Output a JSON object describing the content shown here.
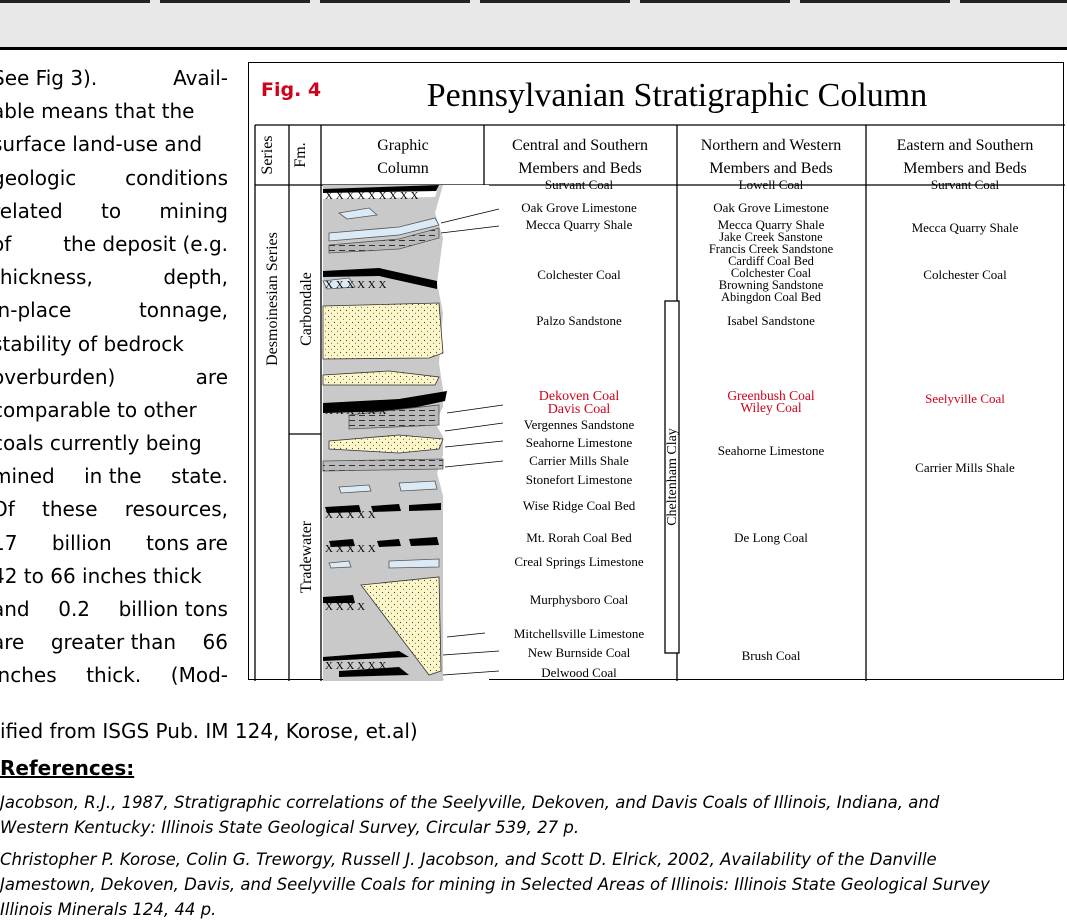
{
  "left_text": {
    "lines": [
      {
        "parts": [
          "See Fig 3).",
          "Avail-"
        ]
      },
      {
        "parts": [
          "able means that the"
        ]
      },
      {
        "parts": [
          "surface land-use and"
        ]
      },
      {
        "parts": [
          "geologic",
          "conditions"
        ]
      },
      {
        "parts": [
          "related",
          "to",
          "mining"
        ]
      },
      {
        "parts": [
          "of",
          "the deposit (e.g."
        ]
      },
      {
        "parts": [
          "thickness,",
          "depth,"
        ]
      },
      {
        "parts": [
          "in-place",
          "tonnage,"
        ]
      },
      {
        "parts": [
          "stability of bedrock"
        ]
      },
      {
        "parts": [
          "overburden)",
          "are"
        ]
      },
      {
        "parts": [
          "comparable to other"
        ]
      },
      {
        "parts": [
          "coals currently being"
        ]
      },
      {
        "parts": [
          "mined",
          "in the",
          "state."
        ]
      },
      {
        "parts": [
          "Of",
          "these",
          "resources,"
        ]
      },
      {
        "parts": [
          "17",
          "billion",
          "tons are"
        ]
      },
      {
        "parts": [
          "42 to 66 inches thick"
        ]
      },
      {
        "parts": [
          "and",
          "0.2",
          "billion tons"
        ]
      },
      {
        "parts": [
          "are",
          "greater than",
          "66"
        ]
      },
      {
        "parts": [
          "inches",
          "thick.",
          "(Mod-"
        ]
      }
    ],
    "tail": "ified from ISGS Pub. IM 124, Korose, et.al)"
  },
  "references": {
    "heading": "References:",
    "lines": [
      "Jacobson, R.J., 1987, Stratigraphic correlations of the Seelyville, Dekoven, and Davis Coals of Illinois, Indiana, and",
      "Western Kentucky: Illinois State Geological Survey, Circular 539, 27 p.",
      "Christopher P. Korose, Colin G. Treworgy, Russell J. Jacobson, and Scott D. Elrick, 2002, Availability of the Danville",
      "Jamestown, Dekoven, Davis, and Seelyville Coals for mining in Selected Areas of Illinois: Illinois State Geological Survey",
      "Illinois Minerals 124, 44 p."
    ]
  },
  "figure": {
    "label": "Fig. 4",
    "title": "Pennsylvanian Stratigraphic Column",
    "headers": {
      "series": "Series",
      "fm": "Fm.",
      "graphic": [
        "Graphic",
        "Column"
      ],
      "central": [
        "Central and Southern",
        "Members and Beds"
      ],
      "northern": [
        "Northern and Western",
        "Members and Beds"
      ],
      "eastern": [
        "Eastern and Southern",
        "Members and Beds"
      ]
    },
    "series_name": "Desmoinesian Series",
    "formations": [
      "Carbondale",
      "Tradewater"
    ],
    "side_unit": "Cheltenham Clay",
    "highlight_color": "#d0021b",
    "central": [
      {
        "text": "Survant Coal",
        "red": false
      },
      {
        "text": "Oak Grove Limestone",
        "red": false
      },
      {
        "text": "Mecca Quarry Shale",
        "red": false
      },
      {
        "text": "Colchester Coal",
        "red": false
      },
      {
        "text": "Palzo Sandstone",
        "red": false
      },
      {
        "text": "Dekoven Coal",
        "red": true
      },
      {
        "text": "Davis Coal",
        "red": true
      },
      {
        "text": "Vergennes Sandstone",
        "red": false
      },
      {
        "text": "Seahorne Limestone",
        "red": false
      },
      {
        "text": "Carrier Mills Shale",
        "red": false
      },
      {
        "text": "Stonefort Limestone",
        "red": false
      },
      {
        "text": "Wise Ridge Coal Bed",
        "red": false
      },
      {
        "text": "Mt. Rorah Coal Bed",
        "red": false
      },
      {
        "text": "Creal Springs Limestone",
        "red": false
      },
      {
        "text": "Murphysboro Coal",
        "red": false
      },
      {
        "text": "Mitchellsville Limestone",
        "red": false
      },
      {
        "text": "New Burnside Coal",
        "red": false
      },
      {
        "text": "Delwood Coal",
        "red": false
      }
    ],
    "northern": [
      {
        "text": "Lowell Coal",
        "red": false
      },
      {
        "text": "Oak Grove Limestone",
        "red": false
      },
      {
        "text": "Mecca Quarry Shale",
        "red": false
      },
      {
        "text": "Jake Creek Sanstone",
        "red": false
      },
      {
        "text": "Francis Creek Sandstone",
        "red": false
      },
      {
        "text": "Cardiff Coal Bed",
        "red": false
      },
      {
        "text": "Colchester Coal",
        "red": false
      },
      {
        "text": "Browning Sandstone",
        "red": false
      },
      {
        "text": "Abingdon Coal Bed",
        "red": false
      },
      {
        "text": "Isabel Sandstone",
        "red": false
      },
      {
        "text": "Greenbush Coal",
        "red": true
      },
      {
        "text": "Wiley Coal",
        "red": true
      },
      {
        "text": "Seahorne Limestone",
        "red": false
      },
      {
        "text": "De Long Coal",
        "red": false
      },
      {
        "text": "Brush Coal",
        "red": false
      }
    ],
    "eastern": [
      {
        "text": "Survant Coal",
        "red": false
      },
      {
        "text": "Mecca Quarry Shale",
        "red": false
      },
      {
        "text": "Colchester Coal",
        "red": false
      },
      {
        "text": "Seelyville Coal",
        "red": true
      },
      {
        "text": "Carrier Mills Shale",
        "red": false
      }
    ]
  }
}
